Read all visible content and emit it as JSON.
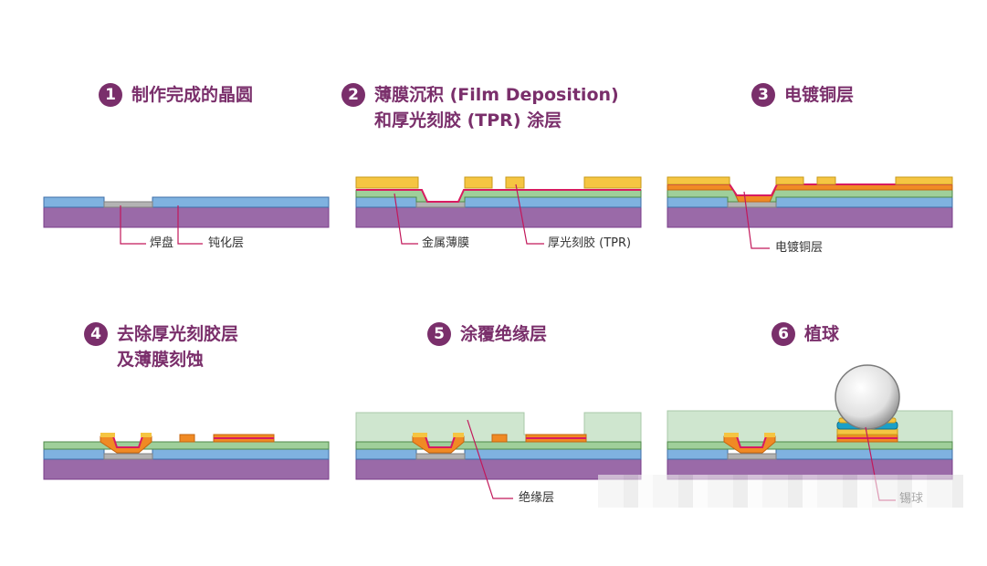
{
  "colors": {
    "title": "#7a2f6b",
    "wafer": "#9a6aa8",
    "passivation": "#7fb2e0",
    "pad": "#b3b3b3",
    "metal_film": "#9fcf9a",
    "photoresist": "#f5c542",
    "copper": "#f08a24",
    "seam": "#d81b60",
    "insulation": "#cfe6cf",
    "nickel": "#1aa0c8",
    "ball": "#e6e6e6"
  },
  "steps": [
    {
      "num": "1",
      "title_lines": [
        "制作完成的晶圆"
      ],
      "labels": [
        "焊盘",
        "钝化层"
      ]
    },
    {
      "num": "2",
      "title_lines": [
        "薄膜沉积 (Film Deposition)",
        "和厚光刻胶 (TPR) 涂层"
      ],
      "labels": [
        "金属薄膜",
        "厚光刻胶 (TPR)"
      ]
    },
    {
      "num": "3",
      "title_lines": [
        "电镀铜层"
      ],
      "labels": [
        "电镀铜层"
      ]
    },
    {
      "num": "4",
      "title_lines": [
        "去除厚光刻胶层",
        "及薄膜刻蚀"
      ],
      "labels": []
    },
    {
      "num": "5",
      "title_lines": [
        "涂覆绝缘层"
      ],
      "labels": [
        "绝缘层"
      ]
    },
    {
      "num": "6",
      "title_lines": [
        "植球"
      ],
      "labels": [
        "锡球"
      ]
    }
  ]
}
